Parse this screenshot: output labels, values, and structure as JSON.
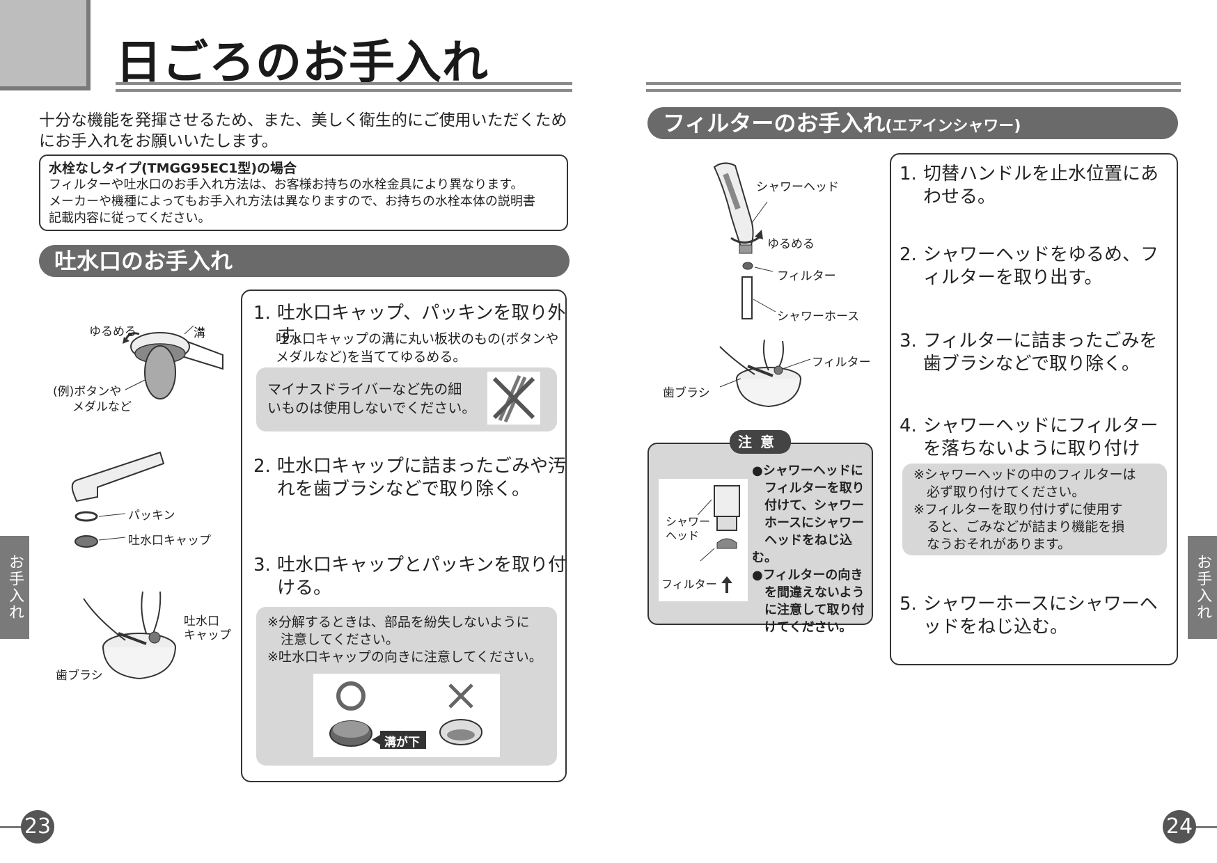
{
  "page_title": "日ごろのお手入れ",
  "intro": "十分な機能を発揮させるため、また、美しく衛生的にご使用いただくためにお手入れをお願いいたします。",
  "note": {
    "heading": "水栓なしタイプ(TMGG95EC1型)の場合",
    "lines": [
      "フィルターや吐水口のお手入れ方法は、お客様お持ちの水栓金具により異なります。",
      "メーカーや機種によってもお手入れ方法は異なりますので、お持ちの水栓本体の説明書",
      "記載内容に従ってください。"
    ]
  },
  "left_section": {
    "title": "吐水口のお手入れ",
    "labels": {
      "loosen": "ゆるめる",
      "groove": "溝",
      "example": "(例)ボタンや",
      "example2": "メダルなど",
      "packing": "パッキン",
      "cap": "吐水口キャップ",
      "cap2a": "吐水口",
      "cap2b": "キャップ",
      "brush": "歯ブラシ"
    },
    "steps": [
      {
        "num": "1.",
        "text": "吐水口キャップ、パッキンを取り外す。",
        "sub": "吐水口キャップの溝に丸い板状のもの(ボタンやメダルなど)を当ててゆるめる。"
      },
      {
        "num": "2.",
        "text": "吐水口キャップに詰まったごみや汚れを歯ブラシなどで取り除く。"
      },
      {
        "num": "3.",
        "text": "吐水口キャップとパッキンを取り付ける。"
      }
    ],
    "warning1": [
      "マイナスドライバーなど先の細",
      "いものは使用しないでください。"
    ],
    "notes3": [
      "※分解するときは、部品を紛失しないように",
      "　注意してください。",
      "※吐水口キャップの向きに注意してください。"
    ],
    "groove_down": "溝が下"
  },
  "right_section": {
    "title": "フィルターのお手入れ",
    "title_suffix": "(エアインシャワー)",
    "labels": {
      "shower_head": "シャワーヘッド",
      "loosen": "ゆるめる",
      "filter": "フィルター",
      "hose": "シャワーホース",
      "filter2": "フィルター",
      "brush": "歯ブラシ"
    },
    "caution": {
      "heading": "注意",
      "label_head1": "シャワー",
      "label_head2": "ヘッド",
      "label_filter": "フィルター",
      "lines": [
        "●シャワーヘッドに",
        "　フィルターを取り",
        "　付けて、シャワー",
        "　ホースにシャワー",
        "　ヘッドをねじ込む。",
        "●フィルターの向き",
        "　を間違えないよう",
        "　に注意して取り付",
        "　けてください。"
      ]
    },
    "steps": [
      {
        "num": "1.",
        "text": "切替ハンドルを止水位置にあわせる。"
      },
      {
        "num": "2.",
        "text": "シャワーヘッドをゆるめ、フィルターを取り出す。"
      },
      {
        "num": "3.",
        "text": "フィルターに詰まったごみを歯ブラシなどで取り除く。"
      },
      {
        "num": "4.",
        "text": "シャワーヘッドにフィルターを落ちないように取り付ける。"
      },
      {
        "num": "5.",
        "text": "シャワーホースにシャワーヘッドをねじ込む。"
      }
    ],
    "notes4": [
      "※シャワーヘッドの中のフィルターは",
      "　必ず取り付けてください。",
      "※フィルターを取り付けずに使用す",
      "　ると、ごみなどが詰まり機能を損",
      "　なうおそれがあります。"
    ]
  },
  "side_tab": "お手入れ",
  "page_left": "23",
  "page_right": "24"
}
